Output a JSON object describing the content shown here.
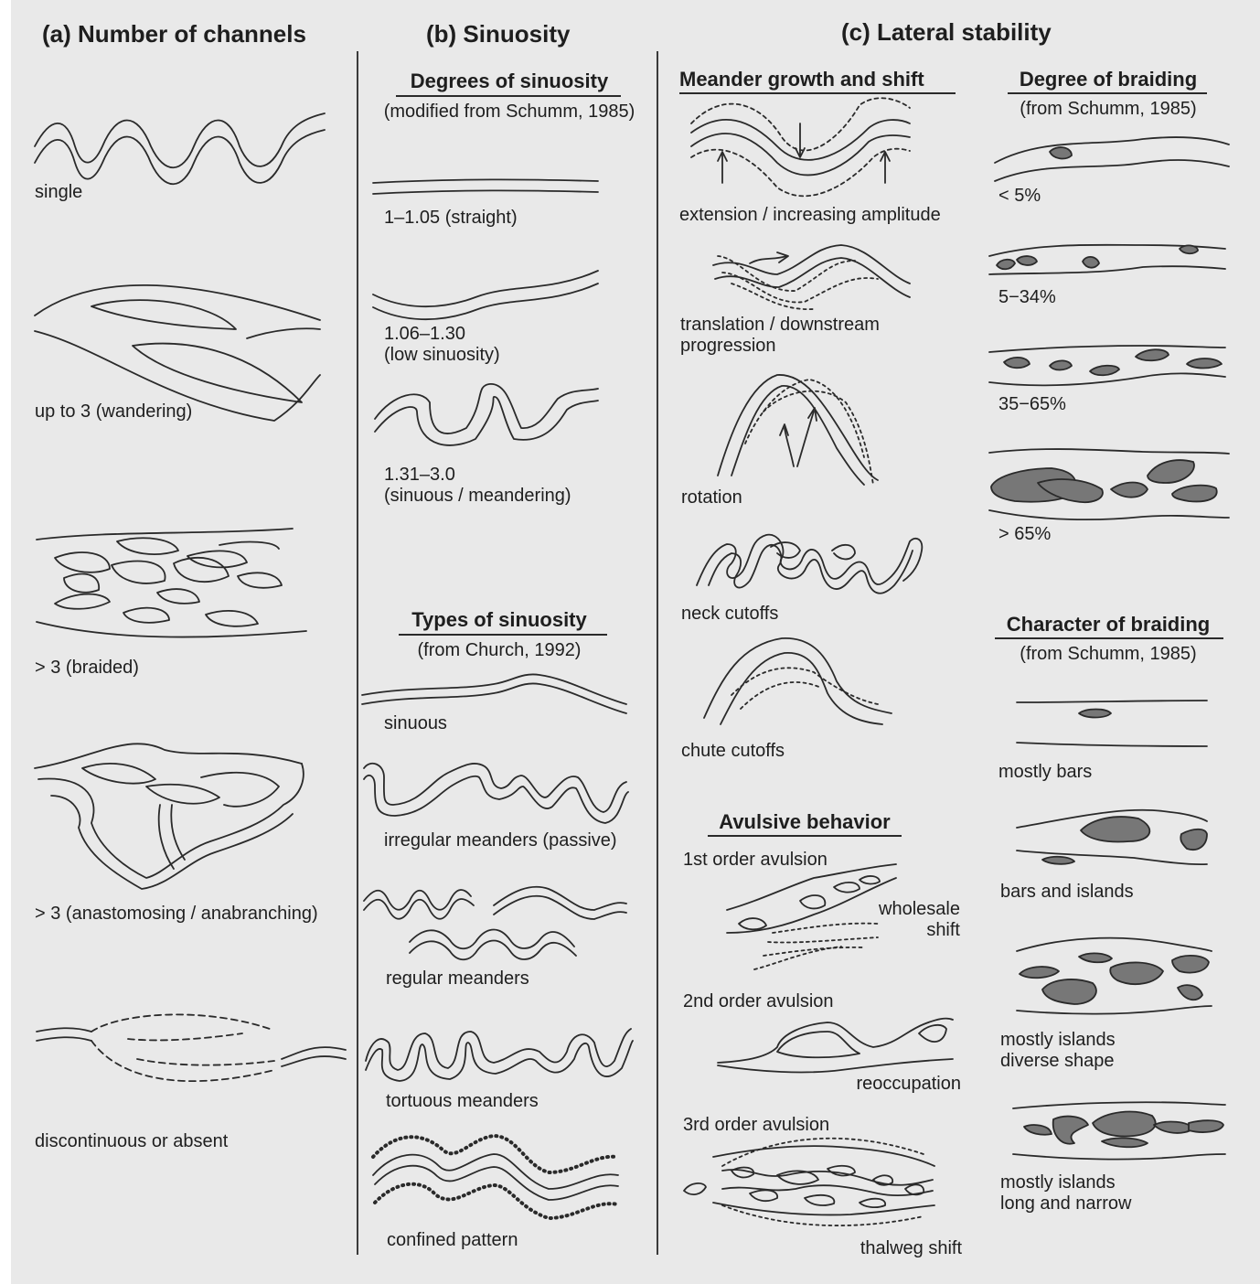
{
  "colors": {
    "background": "#e9e9e9",
    "ink": "#2a2a2a",
    "bar_fill": "#777777"
  },
  "columns": {
    "a": {
      "title": "(a) Number of channels",
      "labels": [
        "single",
        "up to 3 (wandering)",
        "> 3 (braided)",
        "> 3 (anastomosing / anabranching)",
        "discontinuous or absent"
      ]
    },
    "b": {
      "title": "(b) Sinuosity",
      "degrees": {
        "heading": "Degrees of sinuosity",
        "source": "(modified from Schumm, 1985)",
        "labels": [
          "1–1.05 (straight)",
          "1.06–1.30\n(low sinuosity)",
          "1.31–3.0\n(sinuous / meandering)"
        ]
      },
      "types": {
        "heading": "Types of sinuosity",
        "source": "(from Church, 1992)",
        "labels": [
          "sinuous",
          "irregular meanders (passive)",
          "regular meanders",
          "tortuous meanders",
          "confined pattern"
        ]
      }
    },
    "c": {
      "title": "(c) Lateral stability",
      "meander": {
        "heading": "Meander growth and shift",
        "labels": [
          "extension / increasing amplitude",
          "translation / downstream\nprogression",
          "rotation",
          "neck cutoffs",
          "chute cutoffs"
        ]
      },
      "avulsive": {
        "heading": "Avulsive behavior",
        "labels": [
          "1st order avulsion",
          "wholesale\nshift",
          "2nd order avulsion",
          "reoccupation",
          "3rd order avulsion",
          "thalweg shift"
        ]
      },
      "degree_braiding": {
        "heading": "Degree of braiding",
        "source": "(from Schumm, 1985)",
        "labels": [
          "< 5%",
          "5−34%",
          "35−65%",
          "> 65%"
        ]
      },
      "character_braiding": {
        "heading": "Character of braiding",
        "source": "(from Schumm, 1985)",
        "labels": [
          "mostly bars",
          "bars and islands",
          "mostly islands\ndiverse shape",
          "mostly islands\nlong and narrow"
        ]
      }
    }
  }
}
